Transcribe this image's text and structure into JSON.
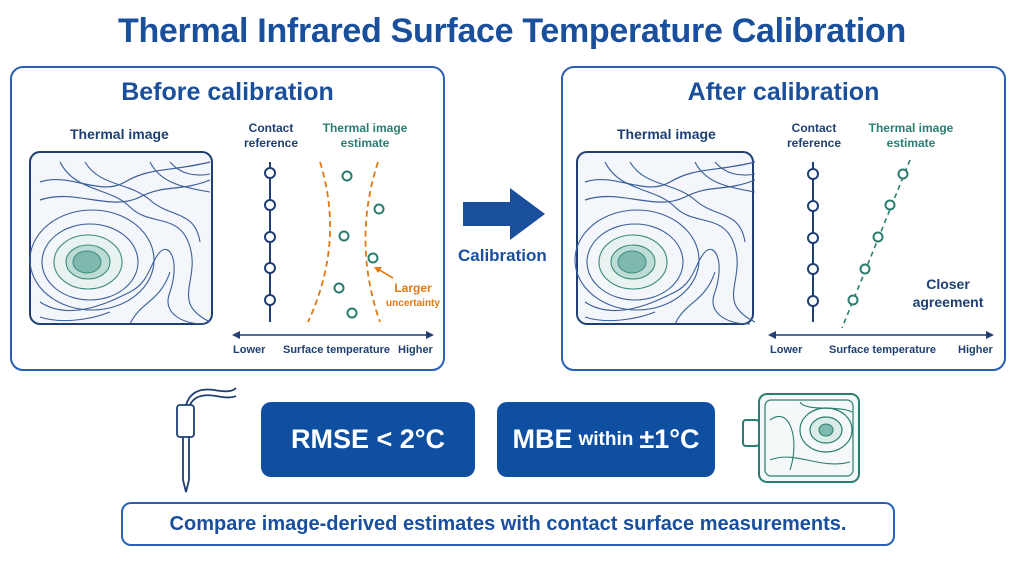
{
  "title": "Thermal Infrared Surface Temperature Calibration",
  "before": {
    "title": "Before calibration",
    "thermal_image_label": "Thermal image",
    "contact_label_line1": "Contact",
    "contact_label_line2": "reference",
    "estimate_label_line1": "Thermal image",
    "estimate_label_line2": "estimate",
    "annotation_line1": "Larger",
    "annotation_line2": "uncertainty",
    "axis_lower": "Lower",
    "axis_label": "Surface temperature",
    "axis_higher": "Higher"
  },
  "after": {
    "title": "After calibration",
    "thermal_image_label": "Thermal image",
    "contact_label_line1": "Contact",
    "contact_label_line2": "reference",
    "estimate_label_line1": "Thermal image",
    "estimate_label_line2": "estimate",
    "annotation_line1": "Closer",
    "annotation_line2": "agreement",
    "axis_lower": "Lower",
    "axis_label": "Surface temperature",
    "axis_higher": "Higher"
  },
  "arrow_label": "Calibration",
  "metrics": {
    "rmse": "RMSE < 2°C",
    "mbe_prefix": "MBE",
    "mbe_middle": "within",
    "mbe_value": "±1°C"
  },
  "footer": "Compare image-derived estimates with contact surface measurements.",
  "colors": {
    "navy": "#1a4f9c",
    "box_fill": "#0f4fa2",
    "teal": "#2b7d6f",
    "orange": "#e07914"
  },
  "icons": [
    "thermocouple-probe-icon",
    "thermal-camera-icon",
    "arrow-right-icon"
  ]
}
